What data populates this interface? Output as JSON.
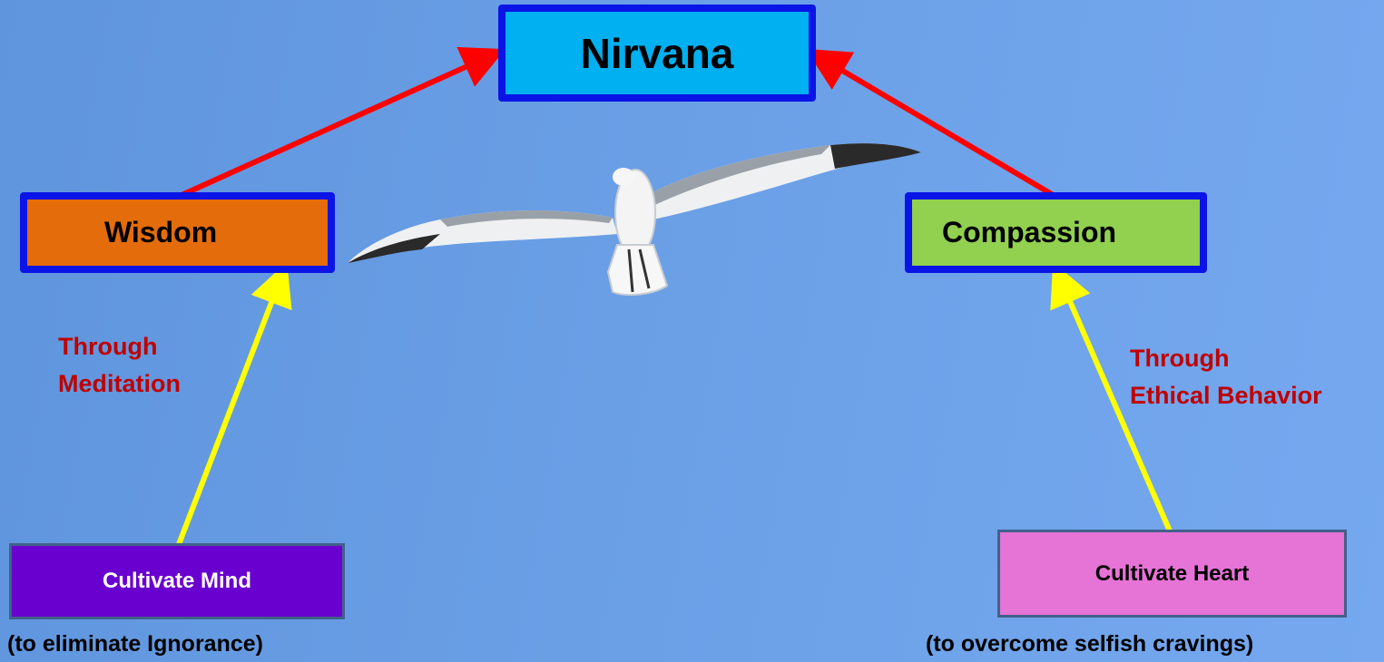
{
  "nodes": {
    "nirvana": {
      "label": "Nirvana",
      "fill": "#00b0f0"
    },
    "wisdom": {
      "label": "Wisdom",
      "fill": "#e46c0a"
    },
    "compassion": {
      "label": "Compassion",
      "fill": "#92d050"
    },
    "cultivate_mind": {
      "label": "Cultivate Mind",
      "fill": "#6a00d0"
    },
    "cultivate_heart": {
      "label": "Cultivate Heart",
      "fill": "#e673d6"
    }
  },
  "edge_labels": {
    "mind_to_wisdom": [
      "Through",
      "Meditation"
    ],
    "heart_to_compassion": [
      "Through",
      "Ethical Behavior"
    ]
  },
  "captions": {
    "mind": "(to eliminate Ignorance)",
    "heart": "(to overcome selfish cravings)"
  },
  "edges": [
    {
      "from": "wisdom",
      "to": "nirvana",
      "color": "#ff0000"
    },
    {
      "from": "compassion",
      "to": "nirvana",
      "color": "#ff0000"
    },
    {
      "from": "cultivate_mind",
      "to": "wisdom",
      "color": "#ffff00"
    },
    {
      "from": "cultivate_heart",
      "to": "compassion",
      "color": "#ffff00"
    }
  ],
  "colors": {
    "box_border": "#0a14e6",
    "edge_label_text": "#c00000",
    "background": "#6a9fe6"
  },
  "decoration": {
    "image": "seagull-in-flight"
  }
}
